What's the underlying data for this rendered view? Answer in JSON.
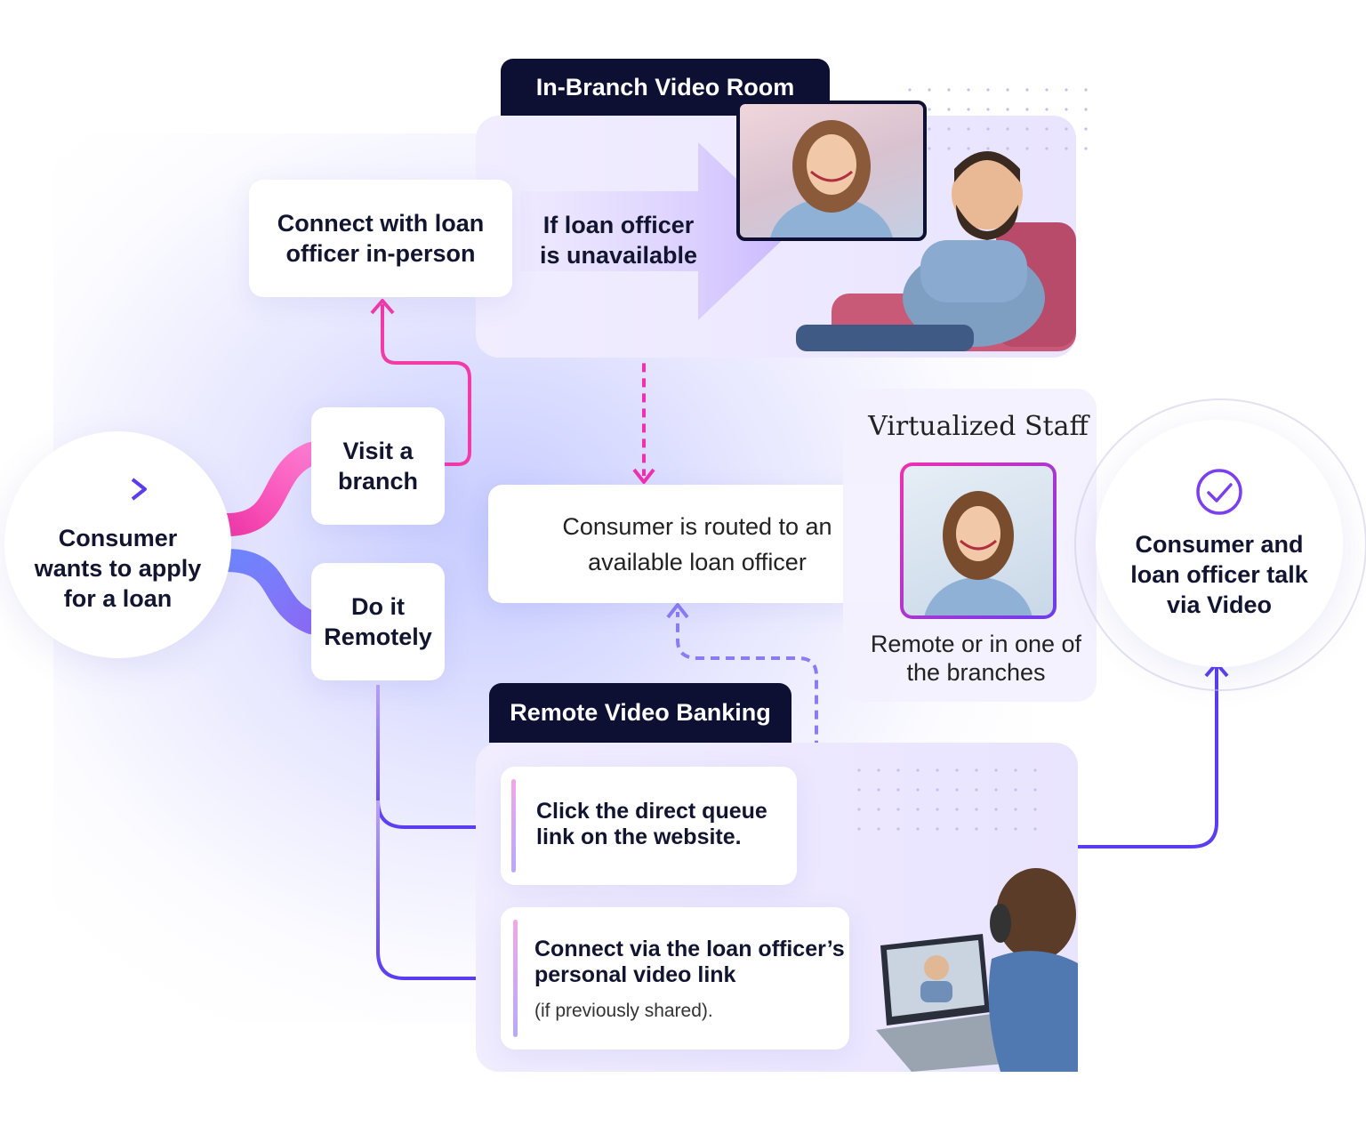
{
  "start": {
    "label": "Consumer wants to apply for a loan",
    "icon": "arrow-right-icon"
  },
  "options": {
    "visit_branch": "Visit a branch",
    "remote": "Do it Remotely"
  },
  "in_branch": {
    "header": "In-Branch Video Room",
    "connect_in_person": "Connect with loan officer in-person",
    "unavailable": "If loan officer is unavailable"
  },
  "routing": {
    "label": "Consumer is routed to an available loan officer"
  },
  "virtual_staff": {
    "title": "Virtualized Staff",
    "caption": "Remote or in one of the branches"
  },
  "remote_banking": {
    "header": "Remote Video Banking",
    "queue_link": "Click the direct queue link on the website.",
    "personal_link": "Connect via the loan officer’s personal video link",
    "personal_link_note": "(if previously shared)."
  },
  "end": {
    "label": "Consumer and loan officer talk via Video",
    "icon": "check-circle-icon"
  },
  "colors": {
    "navy": "#0d1033",
    "pink": "#f02fb2",
    "violet": "#6a3cf0",
    "blue": "#5b6cf5"
  }
}
